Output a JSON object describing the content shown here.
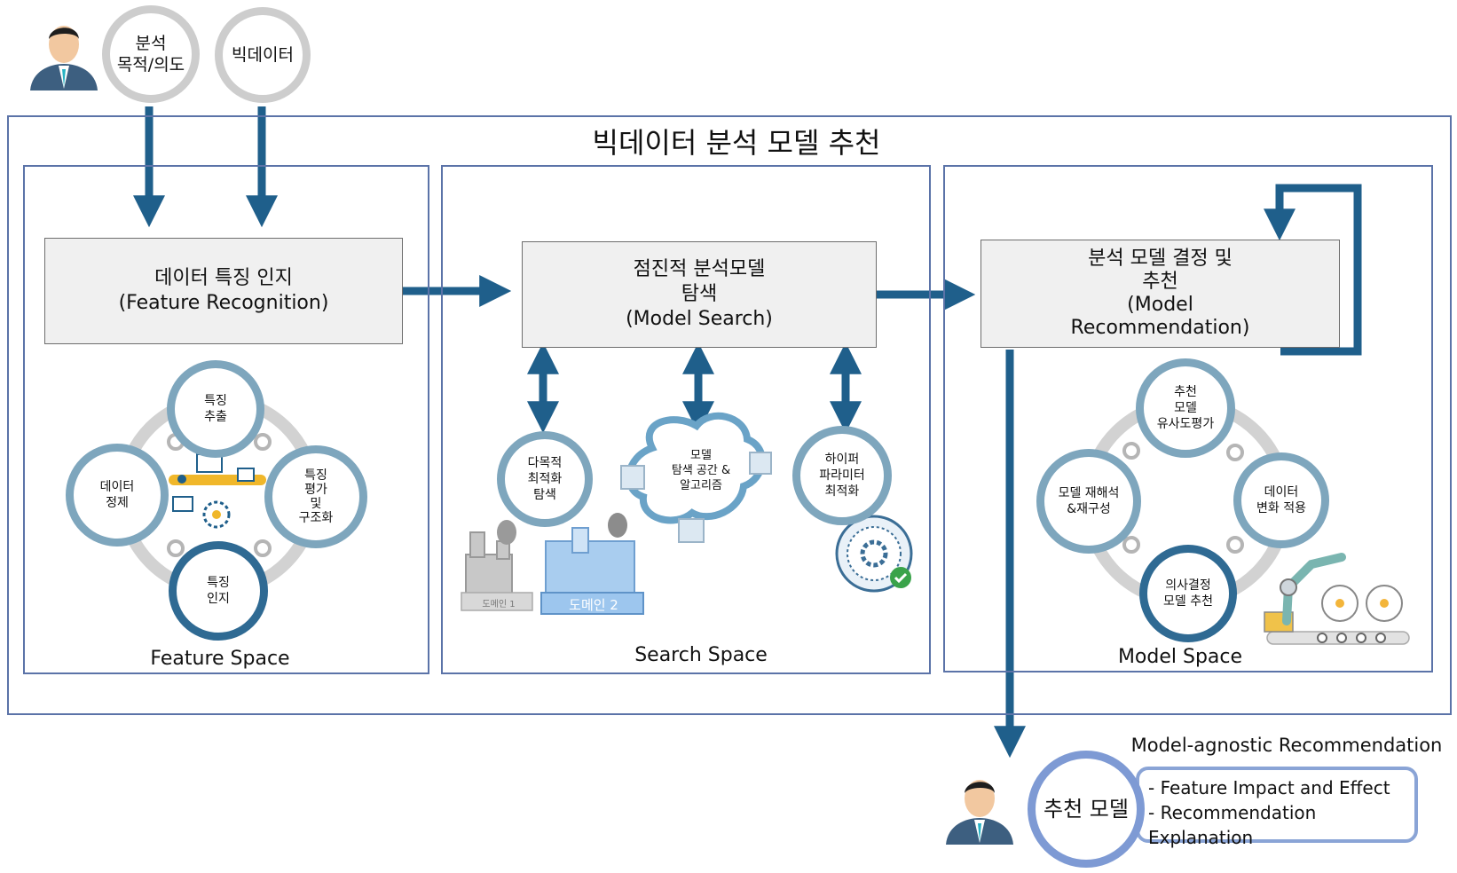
{
  "title": "빅데이터 분석 모델 추천",
  "inputs": [
    {
      "label": "분석\n목적/의도"
    },
    {
      "label": "빅데이터"
    }
  ],
  "feature": {
    "box_line1": "데이터 특징 인지",
    "box_line2": "(Feature Recognition)",
    "space_label": "Feature Space",
    "cycle": [
      "특징\n추출",
      "특징\n평가\n및\n구조화",
      "특징\n인지",
      "데이터\n정제"
    ]
  },
  "search": {
    "box_line1": "점진적 분석모델",
    "box_line2": "탐색",
    "box_line3": "(Model Search)",
    "space_label": "Search Space",
    "nodes": [
      "다목적\n최적화\n탐색",
      "모델\n탐색 공간 &\n알고리즘",
      "하이퍼\n파라미터\n최적화"
    ],
    "domain1": "도메인 1",
    "domain2": "도메인 2"
  },
  "model": {
    "box_line1": "분석 모델 결정 및",
    "box_line2": "추천",
    "box_line3": "(Model",
    "box_line4": "Recommendation)",
    "space_label": "Model Space",
    "cycle": [
      "추천\n모델\n유사도평가",
      "데이터\n변화 적용",
      "의사결정\n모델 추천",
      "모델 재해석\n&재구성"
    ]
  },
  "output": {
    "ring_label": "추천 모델",
    "heading": "Model-agnostic Recommendation",
    "bullets": [
      "- Feature Impact and Effect",
      "- Recommendation Explanation"
    ]
  },
  "colors": {
    "arrow": "#1f5f8b",
    "frame": "#5b73a8",
    "ring_light": "#7ea6bd",
    "ring_dark": "#2f6a93"
  }
}
